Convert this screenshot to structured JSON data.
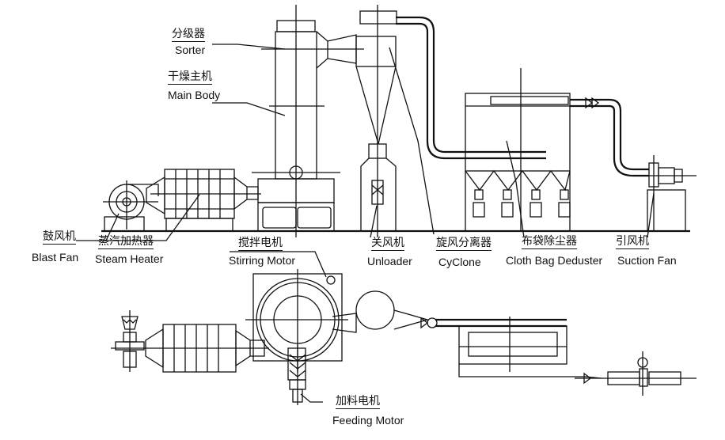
{
  "labels": {
    "sorter": {
      "zh": "分级器",
      "en": "Sorter"
    },
    "main_body": {
      "zh": "干燥主机",
      "en": "Main Body"
    },
    "blast_fan": {
      "zh": "鼓风机",
      "en": "Blast Fan"
    },
    "steam_heater": {
      "zh": "蒸汽加热器",
      "en": "Steam Heater"
    },
    "unloader": {
      "zh": "关风机",
      "en": "Unloader"
    },
    "cyclone": {
      "zh": "旋风分离器",
      "en": "CyClone"
    },
    "bag_duster": {
      "zh": "布袋除尘器",
      "en": "Cloth Bag Deduster"
    },
    "suction_fan": {
      "zh": "引风机",
      "en": "Suction Fan"
    },
    "stirring_motor": {
      "zh": "搅拌电机",
      "en": "Stirring Motor"
    },
    "feeding_motor": {
      "zh": "加料电机",
      "en": "Feeding Motor"
    }
  }
}
